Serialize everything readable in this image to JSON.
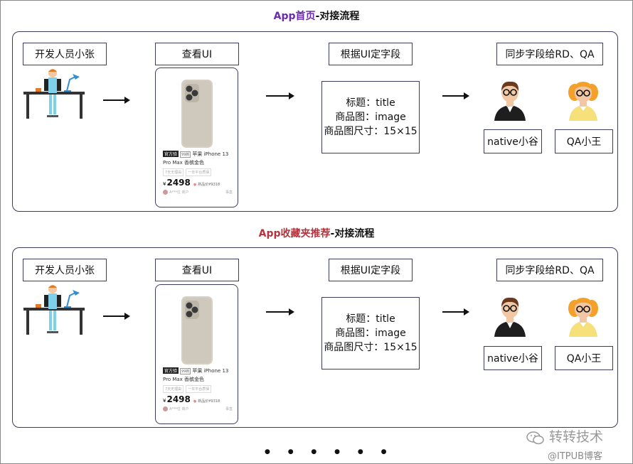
{
  "sections": [
    {
      "title_highlight": "App首页",
      "title_rest": "-对接流程",
      "title_color": "#6a2bb0",
      "step1_label": "开发人员小张",
      "step2_label": "查看UI",
      "step3_label": "根据UI定字段",
      "step4_label": "同步字段给RD、QA",
      "fields": [
        "标题：title",
        "商品图：image",
        "商品图尺寸：15×15"
      ],
      "rd_label": "native小谷",
      "qa_label": "QA小王",
      "phone": {
        "badge_dark": "官方验",
        "badge_light": "99新",
        "line1": "苹果 iPhone 13",
        "line2": "Pro Max 香槟金色",
        "tags": [
          "7天无理由",
          "一年平台质保"
        ],
        "currency": "¥",
        "price": "2498",
        "new_price": "新品价¥9318",
        "seller": "A***位 商户",
        "seller_right": "事盒"
      }
    },
    {
      "title_highlight": "App收藏夹推荐",
      "title_rest": "-对接流程",
      "title_color": "#b8323c",
      "step1_label": "开发人员小张",
      "step2_label": "查看UI",
      "step3_label": "根据UI定字段",
      "step4_label": "同步字段给RD、QA",
      "fields": [
        "标题：title",
        "商品图：image",
        "商品图尺寸：15×15"
      ],
      "rd_label": "native小谷",
      "qa_label": "QA小王",
      "phone": {
        "badge_dark": "官方验",
        "badge_light": "99新",
        "line1": "苹果 iPhone 13",
        "line2": "Pro Max 香槟金色",
        "tags": [
          "7天无理由",
          "一年平台质保"
        ],
        "currency": "¥",
        "price": "2498",
        "new_price": "新品价¥9318",
        "seller": "A***位 商户",
        "seller_right": "事盒"
      }
    }
  ],
  "watermark": "转转技术",
  "credit": "@ITPUB博客",
  "ellipsis": "● ● ● ● ● ●",
  "icons": [
    "developer-at-desk-icon",
    "iphone-product-image",
    "arrow-right-icon",
    "rd-engineer-avatar-icon",
    "qa-engineer-avatar-icon",
    "wechat-logo-icon"
  ]
}
